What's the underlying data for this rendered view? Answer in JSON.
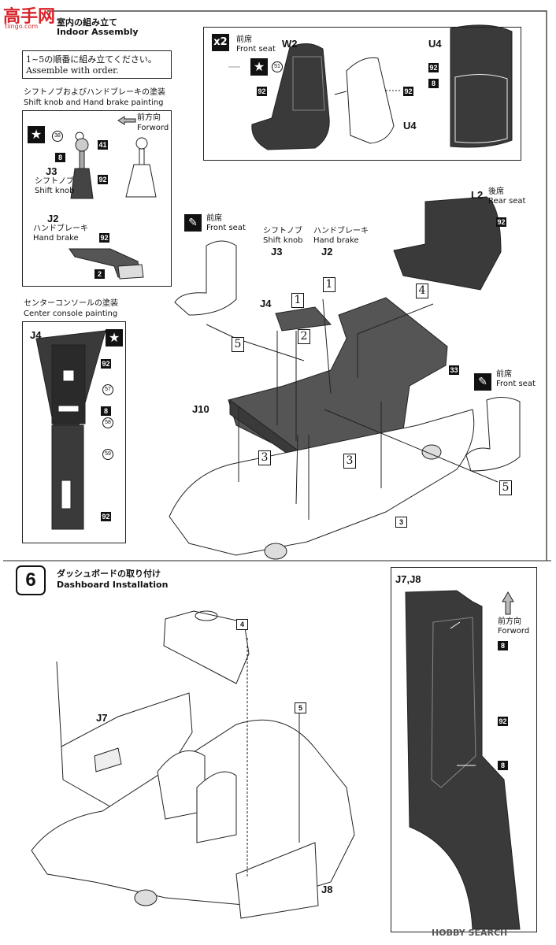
{
  "logo": {
    "cn": "高",
    "cn2": "手",
    "cn3": "网",
    "latin": "tiingo.com"
  },
  "step5": {
    "title_jp": "室内の組み立て",
    "title_en": "Indoor Assembly",
    "order_jp": "1~5の順番に組み立てください。",
    "order_en": "Assemble with order.",
    "shift_panel": {
      "title_jp": "シフトノブおよびハンドブレーキの塗装",
      "title_en": "Shift knob and Hand brake painting",
      "forward_jp": "前方向",
      "forward_en": "Forword",
      "part_j3": "J3",
      "j3_jp": "シフトノブ",
      "j3_en": "Shift knob",
      "part_j2": "J2",
      "j2_jp": "ハンドブレーキ",
      "j2_en": "Hand brake",
      "codes": {
        "c38": "38",
        "c41": "41",
        "c8": "8",
        "c92a": "92",
        "c92b": "92",
        "c2": "2"
      }
    },
    "console_panel": {
      "title_jp": "センターコンソールの塗装",
      "title_en": "Center console painting",
      "part": "J4",
      "codes": {
        "c92a": "92",
        "c57": "57",
        "c8": "8",
        "c58": "58",
        "c59": "59",
        "c92b": "92"
      }
    },
    "seat_panel": {
      "x2": "x2",
      "front_jp": "前席",
      "front_en": "Front seat",
      "part_w2": "W2",
      "part_u4a": "U4",
      "part_u4b": "U4",
      "codes": {
        "c51": "51",
        "c92a": "92",
        "c92b": "92",
        "c92c": "92",
        "c8": "8"
      }
    },
    "main": {
      "front_left_jp": "前席",
      "front_left_en": "Front seat",
      "front_right_jp": "前席",
      "front_right_en": "Front seat",
      "rear_part": "L2",
      "rear_jp": "後席",
      "rear_en": "Rear seat",
      "shift_jp": "シフトノブ",
      "shift_en": "Shift knob",
      "brake_jp": "ハンドブレーキ",
      "brake_en": "Hand brake",
      "part_j3": "J3",
      "part_j2": "J2",
      "part_j4": "J4",
      "part_j10": "J10",
      "codes": {
        "c92": "92",
        "c33": "33",
        "c3": "3"
      },
      "steps": {
        "s1a": "1",
        "s1b": "1",
        "s2": "2",
        "s3a": "3",
        "s3b": "3",
        "s4": "4",
        "s5a": "5",
        "s5b": "5"
      }
    }
  },
  "step6": {
    "number": "6",
    "title_jp": "ダッシュボードの取り付け",
    "title_en": "Dashboard Installation",
    "part_j7": "J7",
    "part_j8": "J8",
    "box4": "4",
    "box5": "5",
    "panel": {
      "title": "J7,J8",
      "forward_jp": "前方向",
      "forward_en": "Forword",
      "codes": {
        "c8a": "8",
        "c92": "92",
        "c8b": "8"
      }
    }
  },
  "watermark": "HOBBY SEARCH"
}
